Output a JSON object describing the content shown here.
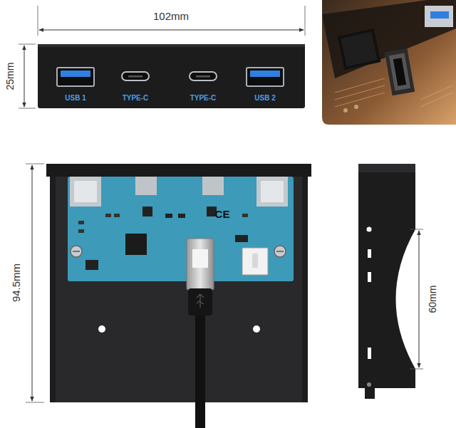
{
  "diagram": {
    "nodes": [
      {
        "text": [
          "USB 1",
          "TYPE-C",
          "TYPE-C",
          "USB 2"
        ]
      }
    ],
    "labels": [
      "102mm",
      "25mm",
      "94.5mm",
      "60mm",
      "CE"
    ]
  }
}
